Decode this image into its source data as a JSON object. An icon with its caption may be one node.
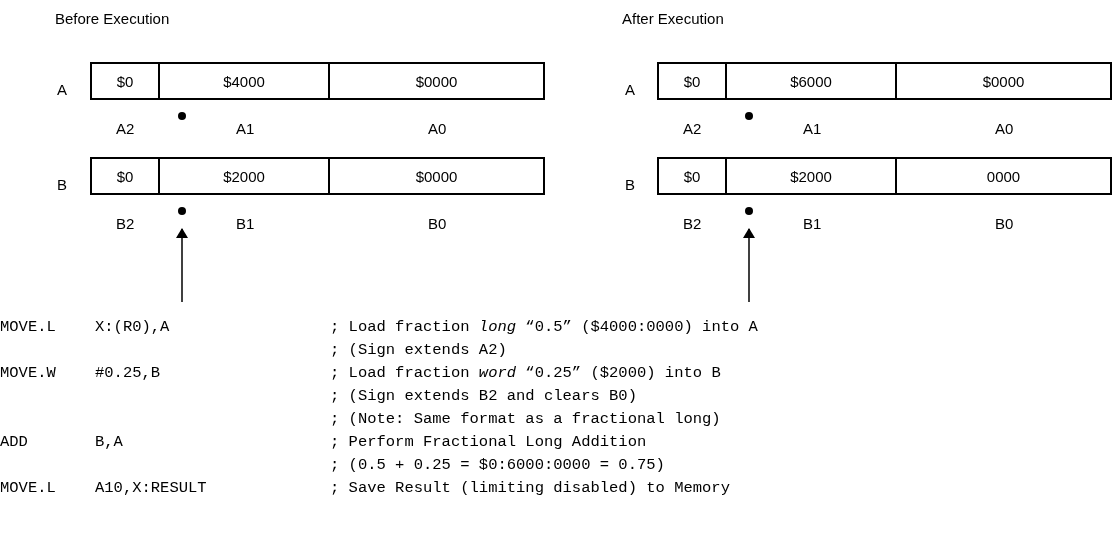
{
  "diagram": {
    "nodes": [
      {
        "text": [
          "$0"
        ]
      },
      {
        "text": [
          "$4000"
        ]
      },
      {
        "text": [
          "$0000"
        ]
      },
      {
        "text": [],
        "shape": "circle"
      },
      {
        "text": [
          "$0"
        ]
      },
      {
        "text": [
          "$2000"
        ]
      },
      {
        "text": [
          "$0000"
        ]
      },
      {
        "text": [],
        "shape": "circle"
      },
      {
        "text": [
          "$0"
        ]
      },
      {
        "text": [
          "$6000"
        ]
      },
      {
        "text": [
          "$0000"
        ]
      },
      {
        "text": [],
        "shape": "circle"
      },
      {
        "text": [
          "$0"
        ]
      },
      {
        "text": [
          "$2000"
        ]
      },
      {
        "text": [
          "0000"
        ]
      },
      {
        "text": [],
        "shape": "circle"
      }
    ],
    "edges": [
      {
        "from": null,
        "to": 7,
        "arrow": "to"
      },
      {
        "from": null,
        "to": 15,
        "arrow": "to"
      }
    ],
    "labels": [
      "Before Execution",
      "After Execution",
      "A",
      "A",
      "A2",
      "A1",
      "A0",
      "A2",
      "A1",
      "A0",
      "B",
      "B",
      "B2",
      "B1",
      "B0",
      "B2",
      "B1",
      "B0",
      "MOVE.L",
      "X:(R0),A",
      "; Load fraction *long* “0.5” ($4000:0000) into A",
      "; (Sign extends A2)",
      "MOVE.W",
      "#0.25,B",
      "; Load fraction *word* “0.25” ($2000) into B",
      "; (Sign extends B2 and clears B0)",
      "; (Note: Same format as a fractional long)",
      "ADD",
      "B,A",
      "; Perform Fractional Long Addition",
      "; (0.5 + 0.25 = $0:6000:0000 = 0.75)",
      "MOVE.L",
      "A10,X:RESULT",
      "; Save Result (limiting disabled) to Memory"
    ]
  }
}
